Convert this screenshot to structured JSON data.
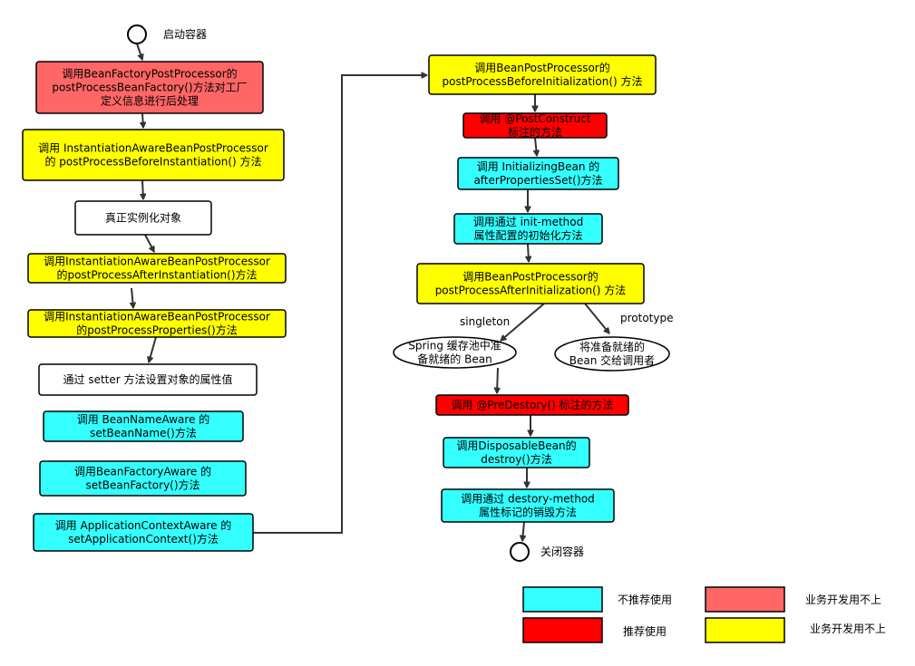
{
  "colors": {
    "cyan": "#33ffff",
    "red": "#ff0000",
    "salmon": "#ff6666",
    "yellow": "#ffff00",
    "white": "#ffffff",
    "stroke": "#000000",
    "edge": "#333333"
  },
  "start": {
    "label": "启动容器"
  },
  "end": {
    "label": "关闭容器"
  },
  "nodes": {
    "n1": {
      "lines": [
        "调用BeanFactoryPostProcessor的",
        "postProcessBeanFactory()方法对工厂",
        "定义信息进行后处理"
      ],
      "fill": "salmon"
    },
    "n2": {
      "lines": [
        "调用 InstantiationAwareBeanPostProcessor",
        "的 postProcessBeforeInstantiation() 方法"
      ],
      "fill": "yellow"
    },
    "n3": {
      "lines": [
        "真正实例化对象"
      ],
      "fill": "white"
    },
    "n4": {
      "lines": [
        "调用InstantiationAwareBeanPostProcessor",
        "的postProcessAfterInstantiation()方法"
      ],
      "fill": "yellow"
    },
    "n5": {
      "lines": [
        "调用InstantiationAwareBeanPostProcessor",
        "的postProcessProperties()方法"
      ],
      "fill": "yellow"
    },
    "n6": {
      "lines": [
        "通过 setter 方法设置对象的属性值"
      ],
      "fill": "white"
    },
    "n7": {
      "lines": [
        "调用 BeanNameAware 的",
        "setBeanName()方法"
      ],
      "fill": "cyan"
    },
    "n8": {
      "lines": [
        "调用BeanFactoryAware 的",
        "setBeanFactory()方法"
      ],
      "fill": "cyan"
    },
    "n9": {
      "lines": [
        "调用 ApplicationContextAware 的",
        "setApplicationContext()方法"
      ],
      "fill": "cyan"
    },
    "m1": {
      "lines": [
        "调用BeanPostProcessor的",
        "postProcessBeforeInitialization() 方法"
      ],
      "fill": "yellow"
    },
    "m2": {
      "lines": [
        "调用 @PostConstruct",
        "标注的方法"
      ],
      "fill": "red"
    },
    "m3": {
      "lines": [
        "调用 InitializingBean 的",
        "afterPropertiesSet()方法"
      ],
      "fill": "cyan"
    },
    "m4": {
      "lines": [
        "调用通过 init-method",
        "属性配置的初始化方法"
      ],
      "fill": "cyan"
    },
    "m5": {
      "lines": [
        "调用BeanPostProcessor的",
        "postProcessAfterInitialization() 方法"
      ],
      "fill": "yellow"
    },
    "e1": {
      "lines": [
        "Spring 缓存池中准",
        "备就绪的 Bean"
      ],
      "fill": "white"
    },
    "e2": {
      "lines": [
        "将准备就绪的",
        "Bean 交给调用者"
      ],
      "fill": "white"
    },
    "m6": {
      "lines": [
        "调用 @PreDestory() 标注的方法"
      ],
      "fill": "red"
    },
    "m7": {
      "lines": [
        "调用DisposableBean的",
        "destroy()方法"
      ],
      "fill": "cyan"
    },
    "m8": {
      "lines": [
        "调用通过 destory-method",
        "属性标记的销毁方法"
      ],
      "fill": "cyan"
    }
  },
  "edge_labels": {
    "singleton": "singleton",
    "prototype": "prototype"
  },
  "legend": [
    {
      "fill": "cyan",
      "label": "不推荐使用"
    },
    {
      "fill": "salmon",
      "label": "业务开发用不上"
    },
    {
      "fill": "red",
      "label": "推荐使用"
    },
    {
      "fill": "yellow",
      "label": "业务开发用不上"
    }
  ]
}
